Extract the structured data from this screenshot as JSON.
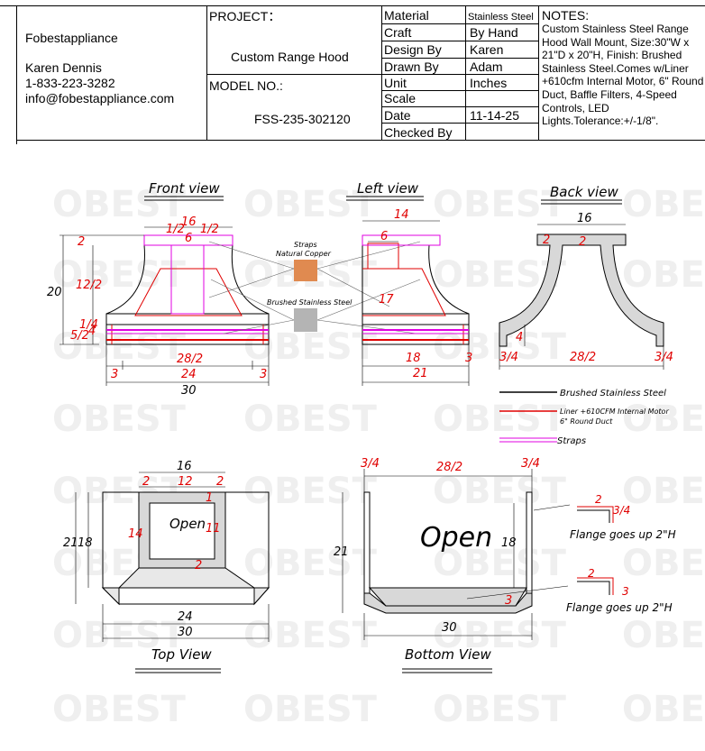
{
  "company": {
    "name": "Fobestappliance",
    "contact_name": "Karen Dennis",
    "phone": "1-833-223-3282",
    "email": "info@fobestappliance.com"
  },
  "project": {
    "label": "PROJECT：",
    "value": "Custom Range Hood",
    "model_label": "MODEL NO.:",
    "model_value": "FSS-235-302120"
  },
  "spec_table": [
    {
      "label": "Material",
      "value": "Stainless Steel"
    },
    {
      "label": "Craft",
      "value": "By Hand"
    },
    {
      "label": "Design By",
      "value": "Karen"
    },
    {
      "label": "Drawn By",
      "value": "Adam"
    },
    {
      "label": "Unit",
      "value": "Inches"
    },
    {
      "label": "Scale",
      "value": ""
    },
    {
      "label": "Date",
      "value": "11-14-25"
    },
    {
      "label": "Checked By",
      "value": ""
    }
  ],
  "notes": {
    "label": "NOTES:",
    "text": "Custom Stainless Steel Range Hood Wall Mount, Size:30\"W x 21\"D x 20\"H, Finish: Brushed Stainless Steel.Comes w/Liner +610cfm Internal Motor, 6\" Round Duct, Baffle Filters, 4-Speed Controls, LED Lights.Tolerance:+/-1/8\"."
  },
  "views": {
    "front": "Front view",
    "left": "Left view",
    "back": "Back view",
    "top": "Top View",
    "bottom": "Bottom View"
  },
  "materials": {
    "straps_label": "Straps",
    "copper_label": "Natural Copper",
    "brushed_label": "Brushed Stainless Steel"
  },
  "legend": [
    {
      "text": "Brushed Stainless  Steel",
      "color": "#000000"
    },
    {
      "text": "Liner +610CFM Internal Motor",
      "text2": "6\" Round Duct",
      "color": "#e00000"
    },
    {
      "text": "Straps",
      "color": "#e000e0"
    }
  ],
  "dims": {
    "front": {
      "top": "16",
      "half_a": "1/2",
      "six": "6",
      "half_b": "1/2",
      "two": "2",
      "twelve_half": "12/2",
      "twenty": "20",
      "five_half": "5/2",
      "four": "4",
      "one_quarter": "1/4",
      "twentyeight_half": "28/2",
      "three_l": "3",
      "twentyfour": "24",
      "three_r": "3",
      "thirty": "30"
    },
    "left": {
      "fourteen": "14",
      "six": "6",
      "seventeen": "17",
      "eighteen": "18",
      "twentyone": "21",
      "three": "3"
    },
    "back": {
      "sixteen": "16",
      "two_a": "2",
      "two_b": "2",
      "four": "4",
      "q_l": "3/4",
      "twentyeight_half": "28/2",
      "q_r": "3/4"
    },
    "top": {
      "sixteen": "16",
      "two_l": "2",
      "twelve": "12",
      "two_r": "2",
      "one": "1",
      "open": "Open",
      "eleven": "11",
      "fourteen": "14",
      "two_b": "2",
      "twentyone": "21",
      "eighteen": "18",
      "twentyfour": "24",
      "thirty": "30"
    },
    "bottom": {
      "q_l": "3/4",
      "twentyeight_half": "28/2",
      "q_r": "3/4",
      "open": "Open",
      "twentyone": "21",
      "eighteen": "18",
      "three": "3",
      "thirty": "30",
      "flange_two": "2",
      "flange_q": "3/4",
      "flange_text1": "Flange goes up 2\"H",
      "flange_two_b": "2",
      "flange_three": "3",
      "flange_text2": "Flange goes up 2\"H"
    }
  },
  "watermark": "OBEST",
  "colors": {
    "red": "#e00000",
    "magenta": "#e000e0",
    "copper": "#e08a50",
    "steel": "#b4b4b4"
  }
}
